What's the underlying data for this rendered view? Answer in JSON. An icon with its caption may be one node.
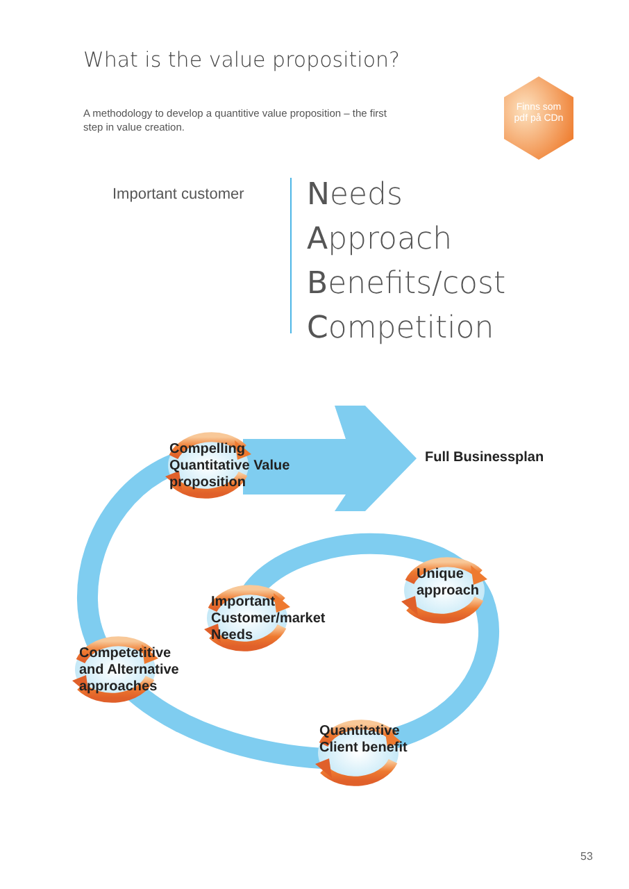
{
  "diagram": {
    "title": "What is the value proposition?",
    "nodes": [
      {
        "text": [
          "Finns som pdf på CDn"
        ]
      },
      {
        "text": [
          "Compelling Quantitative Value proposition"
        ]
      },
      {
        "text": [
          "Full Businessplan"
        ]
      },
      {
        "text": [
          "Unique approach"
        ]
      },
      {
        "text": [
          "Important Customer/market Needs"
        ]
      },
      {
        "text": [
          "Competetitive and Alternative approaches"
        ]
      },
      {
        "text": [
          "Quantitative Client benefit"
        ]
      }
    ],
    "edges": [
      {
        "from": 1,
        "to": 2,
        "arrow": "to",
        "style": "thick",
        "color": "#7fcdf0"
      }
    ],
    "labels": [
      "A methodology to develop a quantitive value proposition – the first step in value creation.",
      "Important customer",
      "**N**eeds",
      "**A**pproach",
      "**B**enefits/cost",
      "**C**ompetition",
      "53"
    ]
  }
}
